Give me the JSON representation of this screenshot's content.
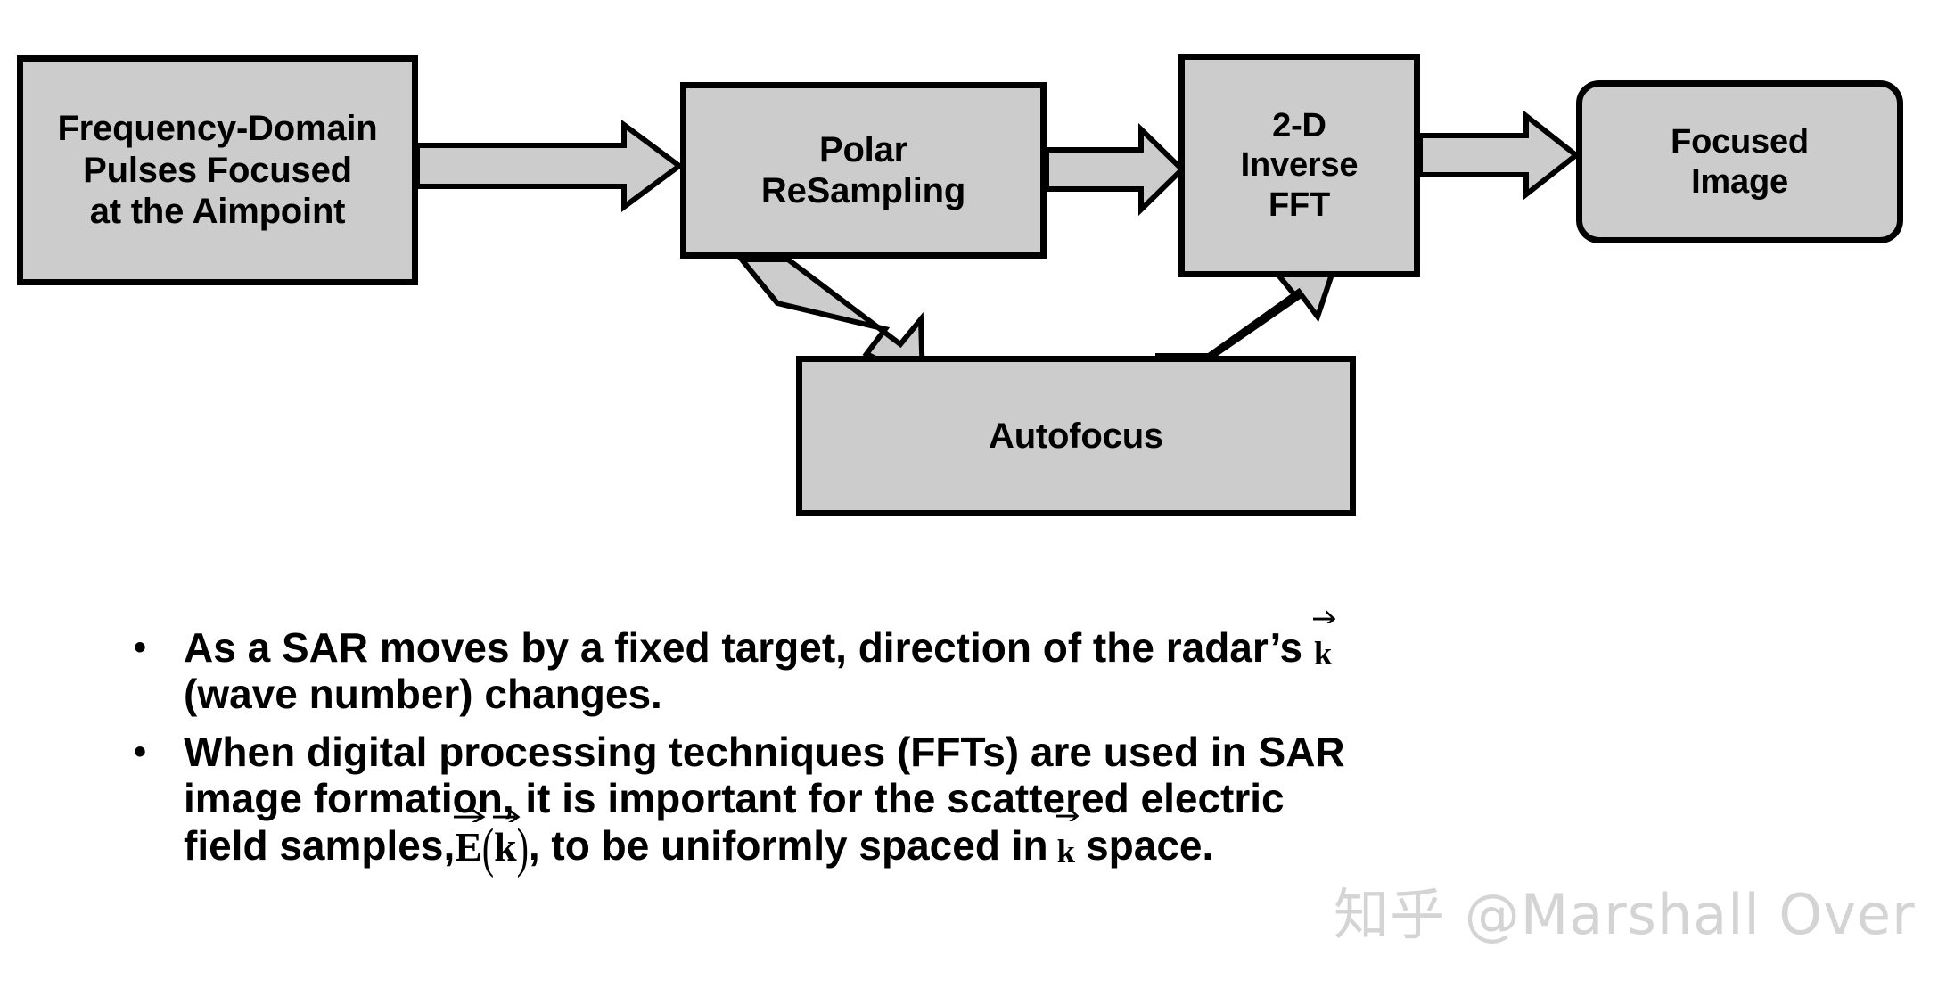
{
  "slide": {
    "background_color": "#ffffff",
    "block_fill": "#cccccc",
    "block_stroke": "#000000",
    "arrow_fill": "#cccccc",
    "arrow_stroke": "#000000",
    "text_color": "#000000"
  },
  "diagram": {
    "title": "SAR image formation processing chain",
    "blocks": [
      {
        "id": "source",
        "label": "Frequency-Domain\nPulses Focused\nat the Aimpoint",
        "shape": "rectangle"
      },
      {
        "id": "polar",
        "label": "Polar\nReSampling",
        "shape": "rectangle"
      },
      {
        "id": "ifft",
        "label": "2-D\nInverse\nFFT",
        "shape": "rectangle"
      },
      {
        "id": "focused",
        "label": "Focused\nImage",
        "shape": "rounded-rectangle"
      },
      {
        "id": "autofocus",
        "label": "Autofocus",
        "shape": "rectangle"
      }
    ],
    "arrows": [
      {
        "from": "source",
        "to": "polar",
        "direction": "right"
      },
      {
        "from": "polar",
        "to": "ifft",
        "direction": "right"
      },
      {
        "from": "ifft",
        "to": "focused",
        "direction": "right"
      },
      {
        "from": "polar",
        "to": "autofocus",
        "direction": "down-right"
      },
      {
        "from": "autofocus",
        "to": "ifft",
        "direction": "up-right"
      }
    ]
  },
  "bullets": [
    {
      "marker": "•",
      "lines": [
        {
          "text_before": "As a SAR moves by a fixed target, direction of the radar’s ",
          "math": "k_vector",
          "text_after": ""
        },
        {
          "text_before": "(wave number) changes.",
          "math": null,
          "text_after": ""
        }
      ]
    },
    {
      "marker": "•",
      "lines": [
        {
          "text_before": "When digital processing techniques (FFTs) are used in SAR",
          "math": null,
          "text_after": ""
        },
        {
          "text_before": "image formation, it is important for the scattered electric",
          "math": null,
          "text_after": ""
        },
        {
          "text_before": "field samples,",
          "math": "E_of_k",
          "text_after": ", to be uniformly spaced in",
          "math2": "k_vector",
          "text_end": "space."
        }
      ]
    }
  ],
  "math": {
    "k_vector": "k",
    "E_symbol": "E",
    "E_of_k_open": "(",
    "E_of_k_close": ")"
  },
  "watermark": {
    "text": "知乎 @Marshall Over",
    "color": "#d4d4d4"
  }
}
